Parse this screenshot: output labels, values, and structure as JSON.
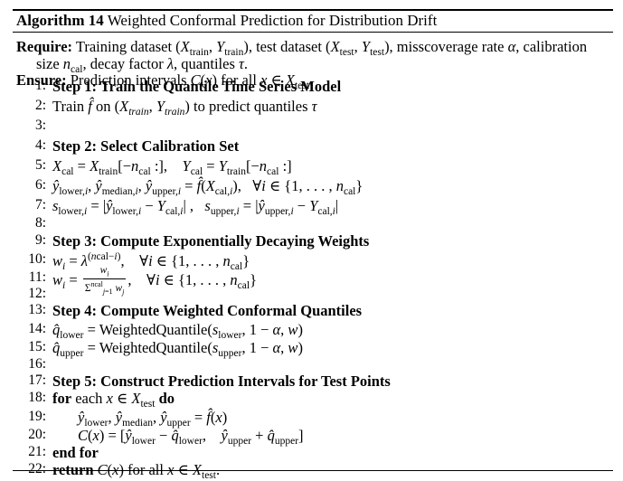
{
  "caption": {
    "label": "Algorithm 14",
    "title": "Weighted Conformal Prediction for Distribution Drift"
  },
  "require": {
    "label": "Require:",
    "text": "Training dataset (X_train, Y_train), test dataset (X_test, Y_test), misscoverage rate α, calibration",
    "continuation": "size n_cal, decay factor λ, quantiles τ."
  },
  "ensure": {
    "label": "Ensure:",
    "text": "Prediction intervals C(x) for all x ∈ X_test."
  },
  "lines": [
    {
      "num": "1:",
      "step": "Step 1: Train the Quantile Time Series Model"
    },
    {
      "num": "2:",
      "text": "Train f̂ on (X_train, Y_train) to predict quantiles τ"
    },
    {
      "num": "3:"
    },
    {
      "num": "4:",
      "step": "Step 2: Select Calibration Set"
    },
    {
      "num": "5:",
      "text": "X_cal = X_train[−n_cal :],   Y_cal = Y_train[−n_cal :]"
    },
    {
      "num": "6:",
      "text": "ŷ_lower,i, ŷ_median,i, ŷ_upper,i = f̂(X_cal,i),   ∀i ∈ {1, . . . , n_cal}"
    },
    {
      "num": "7:",
      "text": "s_lower,i = |ŷ_lower,i − Y_cal,i| ,   s_upper,i = |ŷ_upper,i − Y_cal,i|"
    },
    {
      "num": "8:"
    },
    {
      "num": "9:",
      "step": "Step 3: Compute Exponentially Decaying Weights"
    },
    {
      "num": "10:",
      "text": "w_i = λ^(n_cal − i),   ∀i ∈ {1, . . . , n_cal}"
    },
    {
      "num": "11:",
      "text": "w_i = w_i / Σ_{j=1}^{n_cal} w_j,   ∀i ∈ {1, . . . , n_cal}"
    },
    {
      "num": "12:"
    },
    {
      "num": "13:",
      "step": "Step 4: Compute Weighted Conformal Quantiles"
    },
    {
      "num": "14:",
      "text": "q̂_lower = WeightedQuantile(s_lower, 1 − α, w)"
    },
    {
      "num": "15:",
      "text": "q̂_upper = WeightedQuantile(s_upper, 1 − α, w)"
    },
    {
      "num": "16:"
    },
    {
      "num": "17:",
      "step": "Step 5: Construct Prediction Intervals for Test Points"
    },
    {
      "num": "18:",
      "keyword_for": "for",
      "text": "each x ∈ X_test",
      "keyword_do": "do"
    },
    {
      "num": "19:",
      "text": "ŷ_lower, ŷ_median, ŷ_upper = f̂(x)"
    },
    {
      "num": "20:",
      "text": "C(x) = [ŷ_lower − q̂_lower,   ŷ_upper + q̂_upper]"
    },
    {
      "num": "21:",
      "keyword": "end for"
    },
    {
      "num": "22:",
      "keyword": "return",
      "text": "C(x) for all x ∈ X_test."
    }
  ]
}
